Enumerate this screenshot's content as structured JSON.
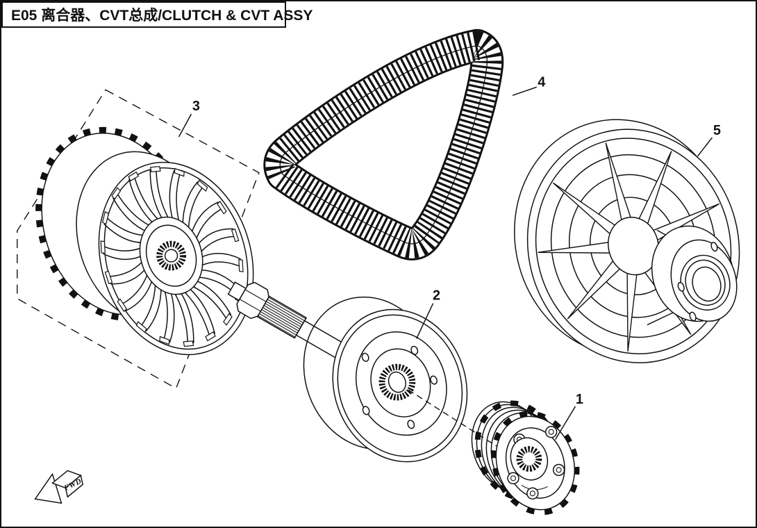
{
  "title": "E05 离合器、CVT总成/CLUTCH & CVT ASSY",
  "direction_marker": "FWD",
  "callouts": [
    {
      "label": "1"
    },
    {
      "label": "2"
    },
    {
      "label": "3"
    },
    {
      "label": "4"
    },
    {
      "label": "5"
    }
  ],
  "colors": {
    "line": "#111111",
    "background": "#ffffff"
  }
}
